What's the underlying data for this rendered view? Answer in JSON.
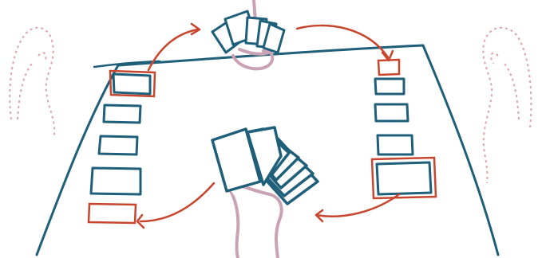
{
  "illustration": {
    "kind": "hand-drawn sketch",
    "labels": []
  },
  "colors": {
    "table": "#1f5f7a",
    "cards": "#1f5f7a",
    "arrows": "#c8462e",
    "hands": "#c9a3b3",
    "ghost_players": "#c25a6a",
    "background": "#ffffff"
  },
  "icons": [
    "card-table",
    "card-stack",
    "card-hand",
    "curved-arrow",
    "player-silhouette"
  ]
}
